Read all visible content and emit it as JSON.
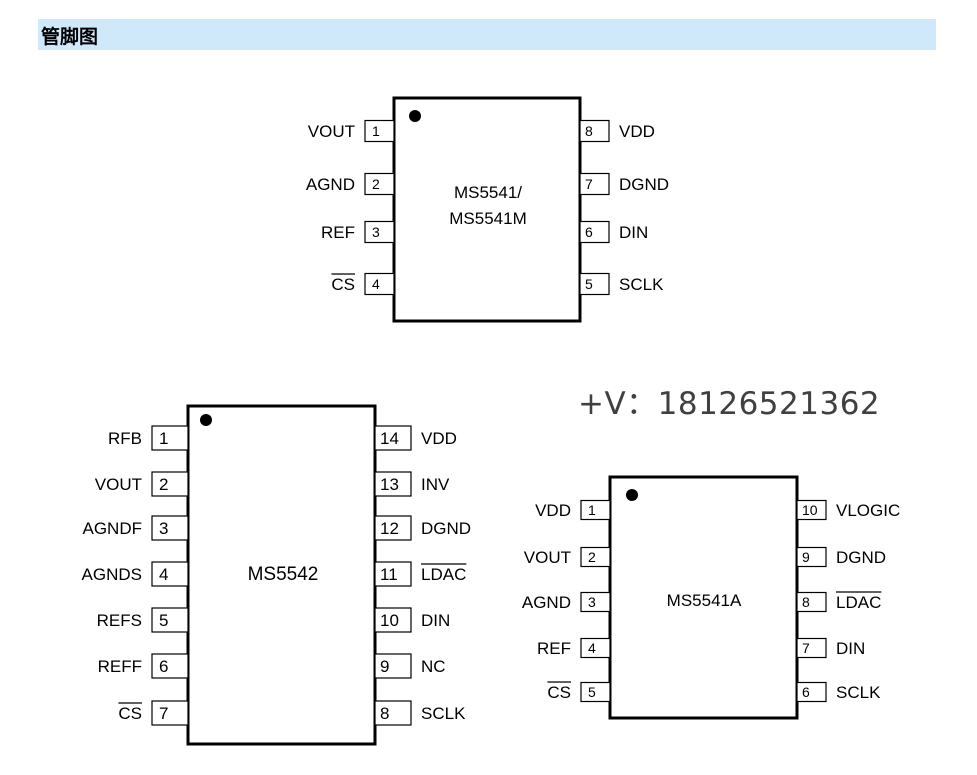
{
  "header": {
    "title": "管脚图"
  },
  "contact": {
    "text": "+V：18126521362"
  },
  "chips": [
    {
      "id": "ms5541",
      "name_lines": [
        "MS5541/",
        "MS5541M"
      ],
      "left_pins": [
        {
          "num": "1",
          "label": "VOUT",
          "overline": false
        },
        {
          "num": "2",
          "label": "AGND",
          "overline": false
        },
        {
          "num": "3",
          "label": "REF",
          "overline": false
        },
        {
          "num": "4",
          "label": "CS",
          "overline": true
        }
      ],
      "right_pins": [
        {
          "num": "8",
          "label": "VDD",
          "overline": false
        },
        {
          "num": "7",
          "label": "DGND",
          "overline": false
        },
        {
          "num": "6",
          "label": "DIN",
          "overline": false
        },
        {
          "num": "5",
          "label": "SCLK",
          "overline": false
        }
      ]
    },
    {
      "id": "ms5542",
      "name_lines": [
        "MS5542"
      ],
      "left_pins": [
        {
          "num": "1",
          "label": "RFB",
          "overline": false
        },
        {
          "num": "2",
          "label": "VOUT",
          "overline": false
        },
        {
          "num": "3",
          "label": "AGNDF",
          "overline": false
        },
        {
          "num": "4",
          "label": "AGNDS",
          "overline": false
        },
        {
          "num": "5",
          "label": "REFS",
          "overline": false
        },
        {
          "num": "6",
          "label": "REFF",
          "overline": false
        },
        {
          "num": "7",
          "label": "CS",
          "overline": true
        }
      ],
      "right_pins": [
        {
          "num": "14",
          "label": "VDD",
          "overline": false
        },
        {
          "num": "13",
          "label": "INV",
          "overline": false
        },
        {
          "num": "12",
          "label": "DGND",
          "overline": false
        },
        {
          "num": "11",
          "label": "LDAC",
          "overline": true
        },
        {
          "num": "10",
          "label": "DIN",
          "overline": false
        },
        {
          "num": "9",
          "label": "NC",
          "overline": false
        },
        {
          "num": "8",
          "label": "SCLK",
          "overline": false
        }
      ]
    },
    {
      "id": "ms5541a",
      "name_lines": [
        "MS5541A"
      ],
      "left_pins": [
        {
          "num": "1",
          "label": "VDD",
          "overline": false
        },
        {
          "num": "2",
          "label": "VOUT",
          "overline": false
        },
        {
          "num": "3",
          "label": "AGND",
          "overline": false
        },
        {
          "num": "4",
          "label": "REF",
          "overline": false
        },
        {
          "num": "5",
          "label": "CS",
          "overline": true
        }
      ],
      "right_pins": [
        {
          "num": "10",
          "label": "VLOGIC",
          "overline": false
        },
        {
          "num": "9",
          "label": "DGND",
          "overline": false
        },
        {
          "num": "8",
          "label": "LDAC",
          "overline": true
        },
        {
          "num": "7",
          "label": "DIN",
          "overline": false
        },
        {
          "num": "6",
          "label": "SCLK",
          "overline": false
        }
      ]
    }
  ]
}
